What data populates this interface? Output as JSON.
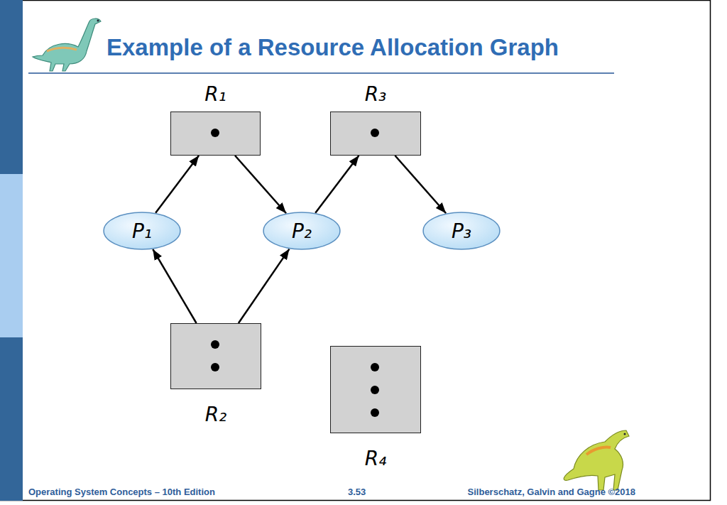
{
  "diagram": {
    "title": "Example of a Resource Allocation Graph",
    "nodes": [
      {
        "text": [
          "R₁"
        ]
      },
      {
        "text": [
          "R₃"
        ]
      },
      {
        "text": [
          "P₁"
        ]
      },
      {
        "text": [
          "P₂"
        ]
      },
      {
        "text": [
          "P₃"
        ]
      },
      {
        "text": [
          "R₂"
        ]
      },
      {
        "text": [
          "R₄"
        ]
      }
    ],
    "edges": [
      {
        "from": 2,
        "to": 0,
        "arrow": "to"
      },
      {
        "from": 0,
        "to": 3,
        "arrow": "to"
      },
      {
        "from": 3,
        "to": 1,
        "arrow": "to"
      },
      {
        "from": 1,
        "to": 4,
        "arrow": "to"
      },
      {
        "from": 5,
        "to": 2,
        "arrow": "to"
      },
      {
        "from": 5,
        "to": 3,
        "arrow": "to"
      }
    ],
    "labels": [
      "Operating System Concepts – 10th Edition",
      "3.53",
      "Silberschatz, Galvin and Gagne ©2018"
    ]
  }
}
